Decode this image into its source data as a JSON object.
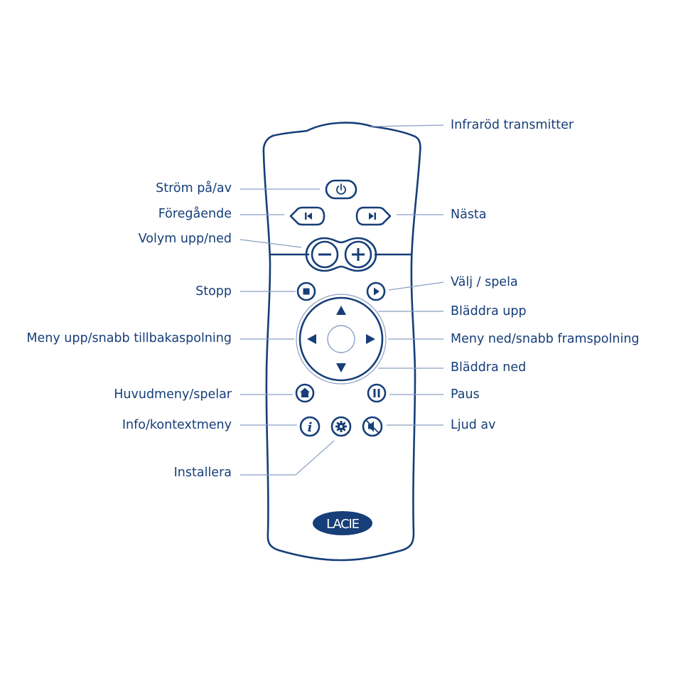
{
  "labels": {
    "ir_transmitter": "Infraröd transmitter",
    "power": "Ström på/av",
    "previous": "Föregående",
    "next": "Nästa",
    "volume": "Volym upp/ned",
    "stop": "Stopp",
    "play": "Välj / spela",
    "scroll_up": "Bläddra upp",
    "menu_up": "Meny upp/snabb tillbakaspolning",
    "menu_down": "Meny ned/snabb framspolning",
    "scroll_down": "Bläddra ned",
    "home": "Huvudmeny/spelar",
    "pause": "Paus",
    "info": "Info/kontextmeny",
    "mute": "Ljud av",
    "setup": "Installera"
  },
  "logo": {
    "text": "LACIE"
  },
  "colors": {
    "outline": "#163e78",
    "leader": "#8a9fc4",
    "logo": "#163e78"
  },
  "icons": [
    "power-icon",
    "previous-icon",
    "next-icon",
    "minus-icon",
    "plus-icon",
    "stop-icon",
    "play-icon",
    "up-arrow-icon",
    "left-arrow-icon",
    "right-arrow-icon",
    "down-arrow-icon",
    "home-icon",
    "pause-icon",
    "info-icon",
    "gear-icon",
    "mute-icon"
  ]
}
